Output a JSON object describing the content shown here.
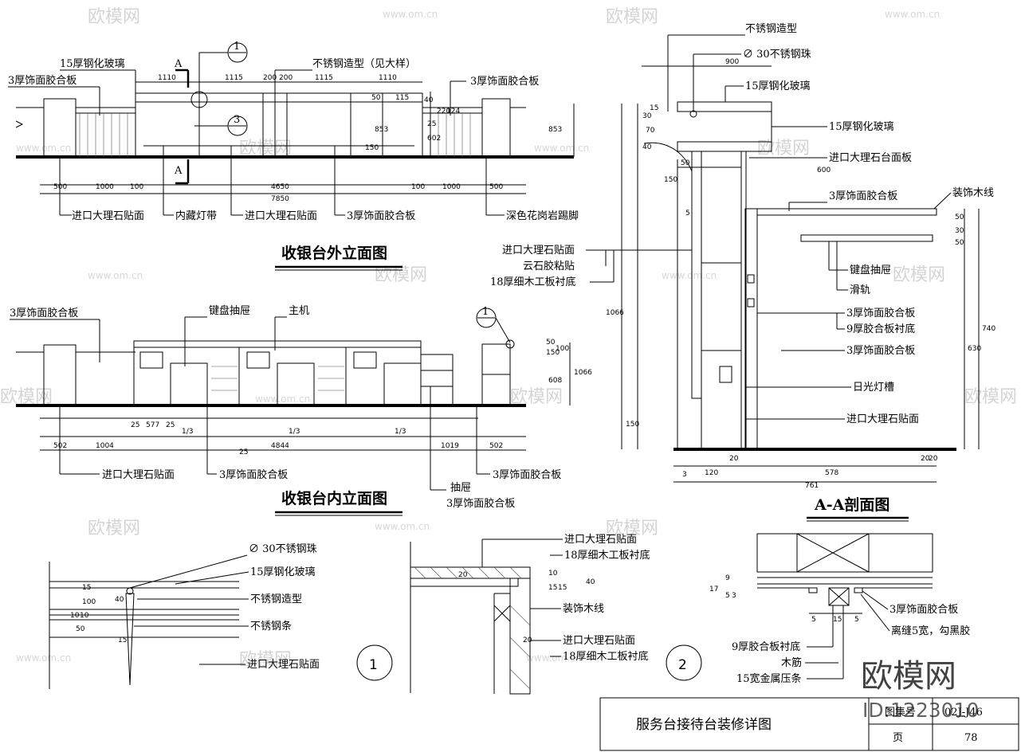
{
  "title_block": {
    "drawing_title": "服务台接待台装修详图",
    "atlas_label": "图集号",
    "atlas_no": "02J-J46",
    "page_label": "页",
    "page_no": "78"
  },
  "watermark": {
    "brand_cn": "欧模网",
    "site": "www.om.cn",
    "big_brand": "欧模网",
    "id_text": "ID:1223010"
  },
  "outer_elevation": {
    "title": "收银台外立面图",
    "labels": [
      "15厚钢化玻璃",
      "3厚饰面胶合板",
      "不锈钢造型（见大样）",
      "3厚饰面胶合板",
      "进口大理石贴面",
      "内藏灯带",
      "进口大理石贴面",
      "3厚饰面胶合板",
      "深色花岗岩踢脚"
    ],
    "section_mark": "A",
    "top_dims": [
      "1110",
      "1115",
      "200",
      "200",
      "1115",
      "1110"
    ],
    "bottom_dims": [
      "500",
      "1000",
      "100",
      "4650",
      "100",
      "1000",
      "500"
    ],
    "total_dim": "7850",
    "vert_dims": [
      "40",
      "50",
      "115",
      "853",
      "602",
      "150",
      "25",
      "220",
      "124",
      "853"
    ],
    "callouts": [
      "1",
      "3"
    ]
  },
  "inner_elevation": {
    "title": "收银台内立面图",
    "labels": [
      "3厚饰面胶合板",
      "键盘抽屉",
      "主机",
      "进口大理石贴面",
      "3厚饰面胶合板",
      "3厚饰面胶合板",
      "抽屉",
      "3厚饰面胶合板"
    ],
    "dims": [
      "25",
      "577",
      "25",
      "1/3",
      "1/3",
      "1/3",
      "502",
      "1004",
      "4844",
      "1019",
      "502",
      "25"
    ],
    "vert_dims": [
      "50",
      "150",
      "100",
      "608",
      "1066"
    ],
    "callout": "1"
  },
  "section_aa": {
    "title": "A-A剖面图",
    "labels": [
      "不锈钢造型",
      "∅ 30不锈钢珠",
      "15厚钢化玻璃",
      "15厚钢化玻璃",
      "进口大理石台面板",
      "3厚饰面胶合板",
      "装饰木线",
      "进口大理石贴面",
      "云石胶粘贴",
      "18厚细木工板衬底",
      "键盘抽屉",
      "滑轨",
      "3厚饰面胶合板",
      "9厚胶合板衬底",
      "3厚饰面胶合板",
      "日光灯槽",
      "进口大理石贴面"
    ],
    "dims": [
      "900",
      "600",
      "150",
      "50",
      "30",
      "15",
      "70",
      "40",
      "5",
      "1066",
      "150",
      "50",
      "30",
      "50",
      "740",
      "630",
      "3",
      "120",
      "20",
      "578",
      "20",
      "20",
      "761"
    ]
  },
  "detail_1": {
    "number": "1",
    "labels": [
      "∅ 30不锈钢珠",
      "15厚钢化玻璃",
      "不锈钢造型",
      "不锈钢条",
      "进口大理石贴面"
    ],
    "dims": [
      "15",
      "100",
      "40",
      "10",
      "10",
      "50",
      "15"
    ]
  },
  "detail_mid": {
    "labels": [
      "进口大理石贴面",
      "18厚细木工板衬底",
      "装饰木线",
      "进口大理石贴面",
      "18厚细木工板衬底"
    ],
    "dims": [
      "20",
      "10",
      "15",
      "15",
      "40",
      "20"
    ]
  },
  "detail_2": {
    "number": "2",
    "labels": [
      "3厚饰面胶合板",
      "离缝5宽，勾黑胶",
      "9厚胶合板衬底",
      "木筋",
      "15宽金属压条"
    ],
    "dims": [
      "17",
      "9",
      "5",
      "3",
      "5",
      "15",
      "5"
    ]
  }
}
